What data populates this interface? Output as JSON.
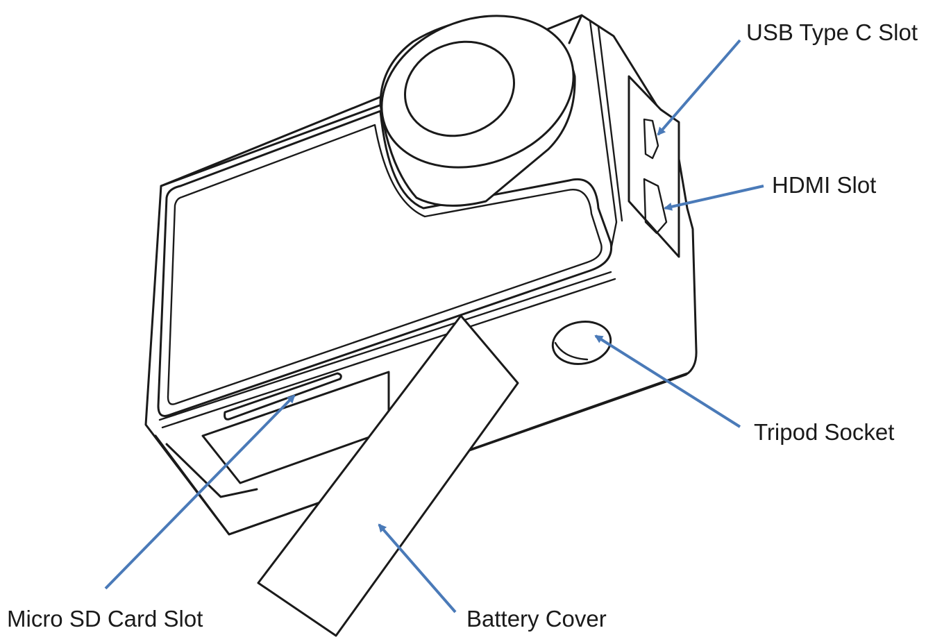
{
  "diagram": {
    "subject": "action camera",
    "arrow_color": "#4a7ab8",
    "line_color": "#1a1a1a",
    "labels": {
      "usb": "USB Type C Slot",
      "hdmi": "HDMI Slot",
      "tripod": "Tripod Socket",
      "sd": "Micro SD Card Slot",
      "battery": "Battery Cover"
    }
  }
}
